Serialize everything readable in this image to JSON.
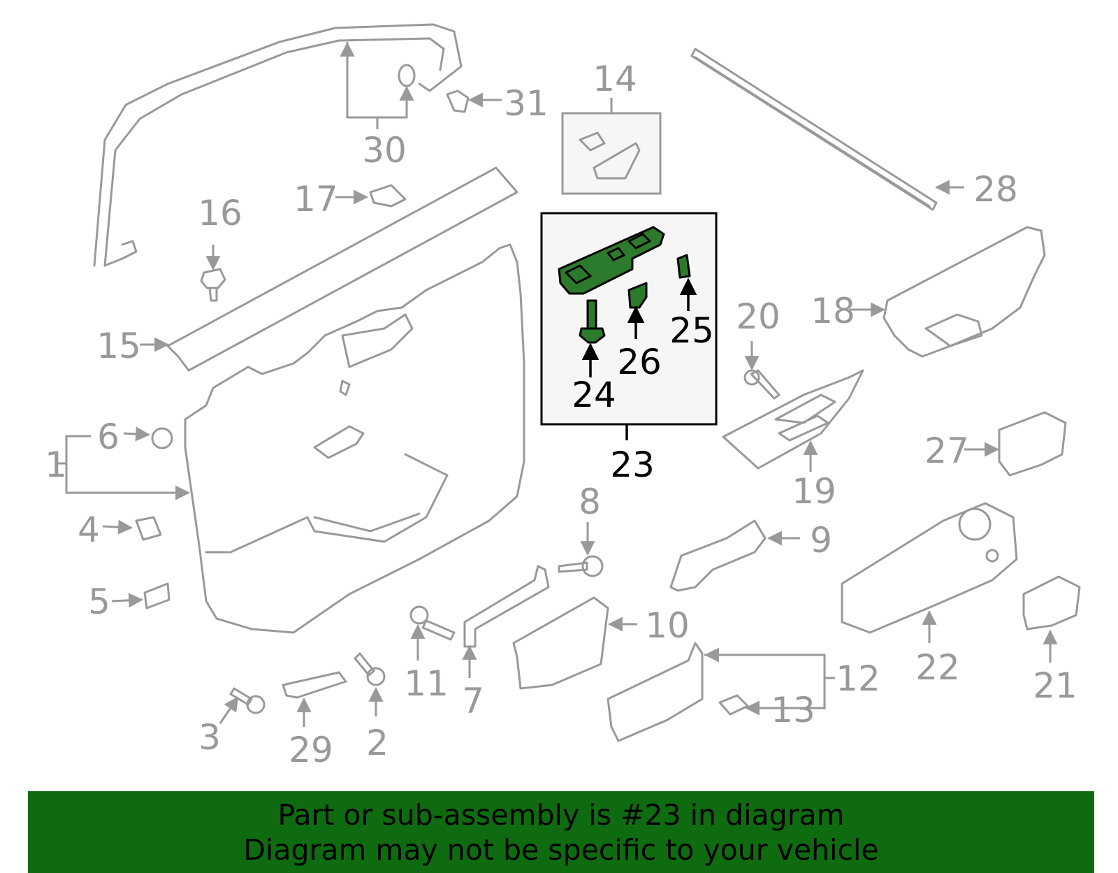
{
  "colors": {
    "part_outline": "#999999",
    "highlight_fill": "#2c7a2c",
    "highlight_outline": "#000000",
    "inset_box_fill": "#f6f6f6",
    "banner_background": "#0f6b0f",
    "banner_text": "#000000"
  },
  "callouts": [
    {
      "id": "1",
      "text": "1"
    },
    {
      "id": "2",
      "text": "2"
    },
    {
      "id": "3",
      "text": "3"
    },
    {
      "id": "4",
      "text": "4"
    },
    {
      "id": "5",
      "text": "5"
    },
    {
      "id": "6",
      "text": "6"
    },
    {
      "id": "7",
      "text": "7"
    },
    {
      "id": "8",
      "text": "8"
    },
    {
      "id": "9",
      "text": "9"
    },
    {
      "id": "10",
      "text": "10"
    },
    {
      "id": "11",
      "text": "11"
    },
    {
      "id": "12",
      "text": "12"
    },
    {
      "id": "13",
      "text": "13"
    },
    {
      "id": "14",
      "text": "14"
    },
    {
      "id": "15",
      "text": "15"
    },
    {
      "id": "16",
      "text": "16"
    },
    {
      "id": "17",
      "text": "17"
    },
    {
      "id": "18",
      "text": "18"
    },
    {
      "id": "19",
      "text": "19"
    },
    {
      "id": "20",
      "text": "20"
    },
    {
      "id": "21",
      "text": "21"
    },
    {
      "id": "22",
      "text": "22"
    },
    {
      "id": "23",
      "text": "23",
      "highlighted": true
    },
    {
      "id": "24",
      "text": "24",
      "highlighted": true
    },
    {
      "id": "25",
      "text": "25",
      "highlighted": true
    },
    {
      "id": "26",
      "text": "26",
      "highlighted": true
    },
    {
      "id": "27",
      "text": "27"
    },
    {
      "id": "28",
      "text": "28"
    },
    {
      "id": "29",
      "text": "29"
    },
    {
      "id": "30",
      "text": "30"
    },
    {
      "id": "31",
      "text": "31"
    }
  ],
  "banner": {
    "line1": "Part or sub-assembly is #23 in diagram",
    "line2": "Diagram may not be specific to your vehicle"
  }
}
